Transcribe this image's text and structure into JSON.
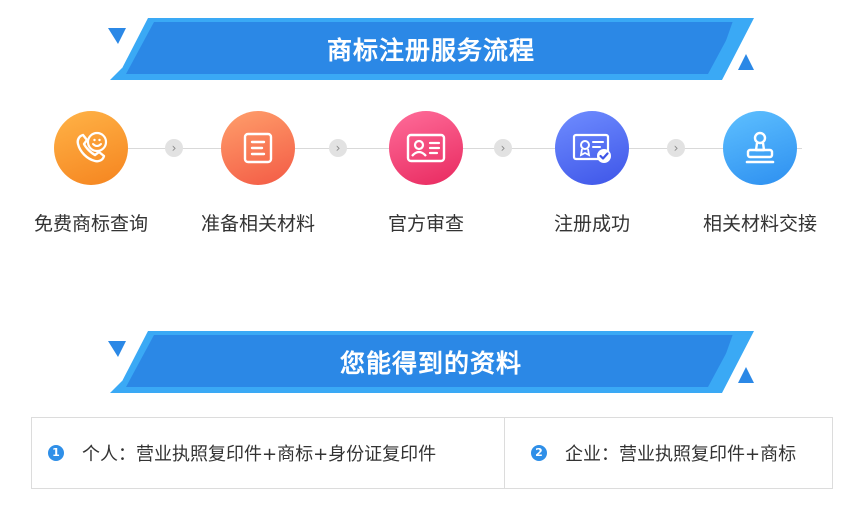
{
  "banners": {
    "process_title": "商标注册服务流程",
    "docs_title": "您能得到的资料"
  },
  "steps": [
    {
      "label": "免费商标查询",
      "icon": "phone-support-icon",
      "color_from": "#ffb347",
      "color_to": "#f5841f"
    },
    {
      "label": "准备相关材料",
      "icon": "document-list-icon",
      "color_from": "#ff9f6b",
      "color_to": "#f35a45"
    },
    {
      "label": "官方审查",
      "icon": "id-card-icon",
      "color_from": "#ff6d9a",
      "color_to": "#e8295f"
    },
    {
      "label": "注册成功",
      "icon": "certificate-check-icon",
      "color_from": "#6f8dff",
      "color_to": "#3e55e8"
    },
    {
      "label": "相关材料交接",
      "icon": "stamp-icon",
      "color_from": "#5ec0ff",
      "color_to": "#2d8ff0"
    }
  ],
  "docs": [
    {
      "num": "1",
      "text": "个人：营业执照复印件+商标+身份证复印件"
    },
    {
      "num": "2",
      "text": "企业：营业执照复印件+商标"
    }
  ],
  "colors": {
    "banner_main": "#2b88e6",
    "banner_accent": "#3aa9f5",
    "badge": "#2f8fe8"
  }
}
